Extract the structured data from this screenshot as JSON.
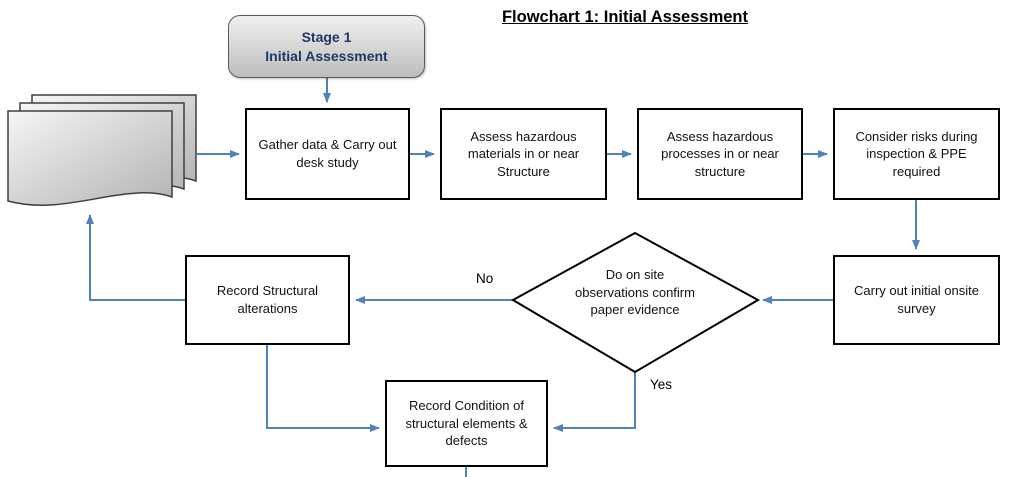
{
  "title": "Flowchart 1: Initial Assessment",
  "stage_box": {
    "line1": "Stage 1",
    "line2": "Initial Assessment"
  },
  "boxes": {
    "gather": "Gather data & Carry out desk study",
    "materials": "Assess hazardous materials in or near Structure",
    "processes": "Assess hazardous processes in or near structure",
    "risks": "Consider risks during inspection & PPE required",
    "survey": "Carry out initial onsite survey",
    "alterations": "Record Structural alterations",
    "condition": "Record Condition of structural elements & defects"
  },
  "decision": {
    "text": "Do on site observations confirm paper evidence"
  },
  "edge_labels": {
    "no": "No",
    "yes": "Yes"
  },
  "icons": {
    "document_stack": "document-stack-icon"
  },
  "colors": {
    "arrow": "#4f81bd",
    "box_border": "#000000",
    "box_fill": "#ffffff",
    "stage_text": "#1f3864",
    "stage_fill_top": "#f0f0f0",
    "stage_fill_bottom": "#bdbdbd",
    "doc_fill_light": "#f5f5f5",
    "doc_fill_dark": "#b3b3b3"
  }
}
